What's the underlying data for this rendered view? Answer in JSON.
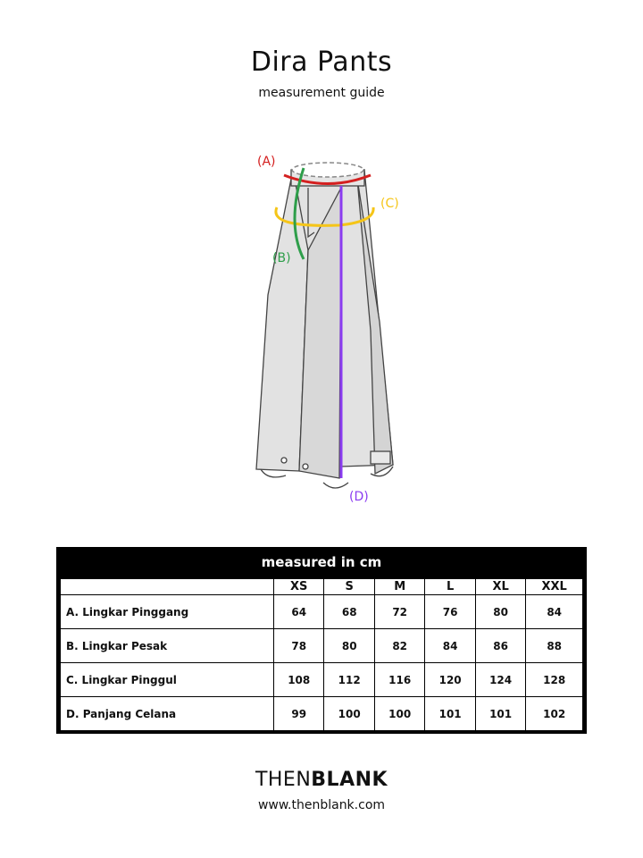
{
  "header": {
    "title": "Dira Pants",
    "subtitle": "measurement guide"
  },
  "diagram": {
    "labels": {
      "a": "(A)",
      "b": "(B)",
      "c": "(C)",
      "d": "(D)"
    },
    "colors": {
      "a": "#d42020",
      "b": "#2e9e4a",
      "c": "#f5c518",
      "d": "#8a3cf0"
    }
  },
  "table": {
    "caption": "measured in cm",
    "sizes": [
      "XS",
      "S",
      "M",
      "L",
      "XL",
      "XXL"
    ],
    "rows": [
      {
        "label": "A. Lingkar Pinggang",
        "values": [
          "64",
          "68",
          "72",
          "76",
          "80",
          "84"
        ]
      },
      {
        "label": "B. Lingkar Pesak",
        "values": [
          "78",
          "80",
          "82",
          "84",
          "86",
          "88"
        ]
      },
      {
        "label": "C. Lingkar Pinggul",
        "values": [
          "108",
          "112",
          "116",
          "120",
          "124",
          "128"
        ]
      },
      {
        "label": "D. Panjang Celana",
        "values": [
          "99",
          "100",
          "100",
          "101",
          "101",
          "102"
        ]
      }
    ]
  },
  "footer": {
    "brand_light": "THEN",
    "brand_bold": "BLANK",
    "url": "www.thenblank.com"
  }
}
